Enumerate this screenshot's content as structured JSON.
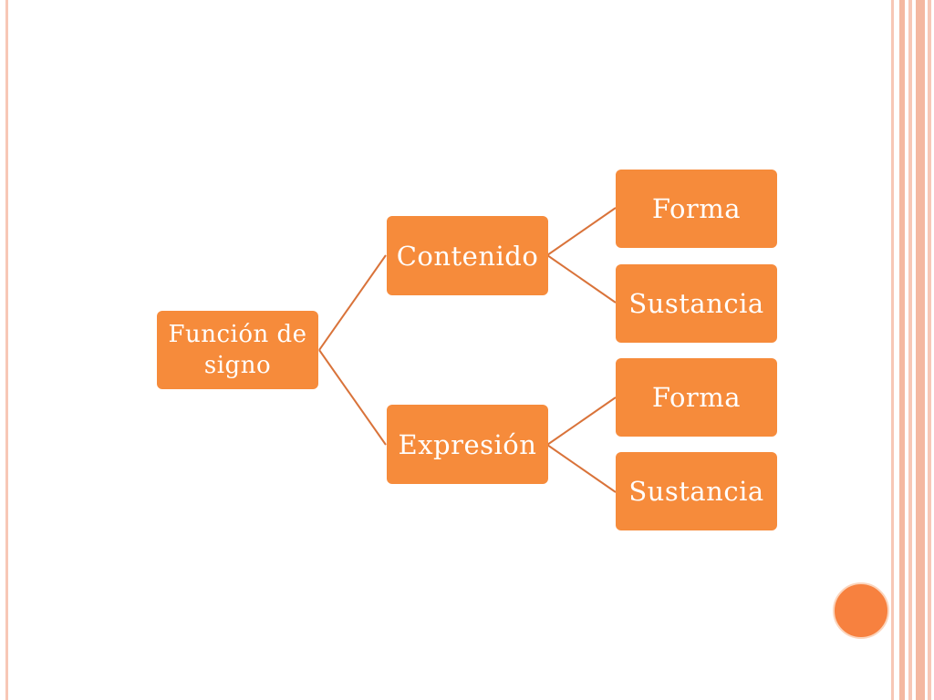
{
  "diagram": {
    "root": {
      "label": "Función de signo"
    },
    "branches": [
      {
        "label": "Contenido",
        "children": [
          {
            "label": "Forma"
          },
          {
            "label": "Sustancia"
          }
        ]
      },
      {
        "label": "Expresión",
        "children": [
          {
            "label": "Forma"
          },
          {
            "label": "Sustancia"
          }
        ]
      }
    ]
  },
  "colors": {
    "node": "#f68b3b",
    "connector": "#d9733a",
    "node_text": "#ffffff",
    "frame": "#f5b8a3",
    "accent_circle": "#f7813f"
  }
}
